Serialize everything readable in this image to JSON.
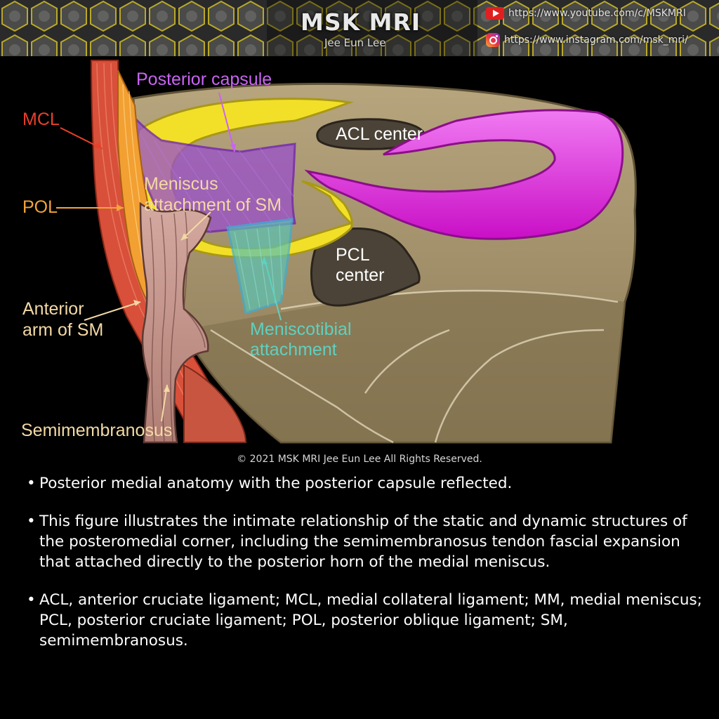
{
  "header": {
    "title": "MSK MRI",
    "subtitle": "Jee Eun Lee",
    "youtube_url": "https://www.youtube.com/c/MSKMRI",
    "instagram_url": "https://www.instagram.com/msk_mri/"
  },
  "figure": {
    "labels": {
      "posterior_capsule": "Posterior capsule",
      "mcl": "MCL",
      "pol": "POL",
      "acl_center": "ACL center",
      "meniscus_attachment_line1": "Meniscus",
      "meniscus_attachment_line2": "attachment of SM",
      "pcl_center_line1": "PCL",
      "pcl_center_line2": "center",
      "anterior_arm_line1": "Anterior",
      "anterior_arm_line2": "arm of SM",
      "meniscotibial_line1": "Meniscotibial",
      "meniscotibial_line2": "attachment",
      "semimembranosus": "Semimembranosus"
    },
    "colors": {
      "mcl_label": "#e8402a",
      "pol_label": "#f3a43a",
      "capsule_label": "#c964f2",
      "sm_label": "#f3d9a4",
      "meniscotibial_label": "#5fd0c0",
      "tibia": "#a3916a",
      "medial_meniscus": "#f2e028",
      "lateral_meniscus": "#d91ed7"
    }
  },
  "copyright": "© 2021 MSK MRI Jee Eun Lee All Rights Reserved.",
  "bullets": [
    "Posterior medial anatomy with the posterior capsule reflected.",
    "This figure illustrates the intimate relationship of the static and dynamic structures of the posteromedial corner, including the semimembranosus tendon fascial expansion that attached directly to the posterior horn of the medial meniscus.",
    "ACL, anterior cruciate ligament; MCL, medial collateral ligament; MM, medial meniscus; PCL, posterior cruciate ligament; POL, posterior oblique ligament; SM, semimembranosus."
  ]
}
